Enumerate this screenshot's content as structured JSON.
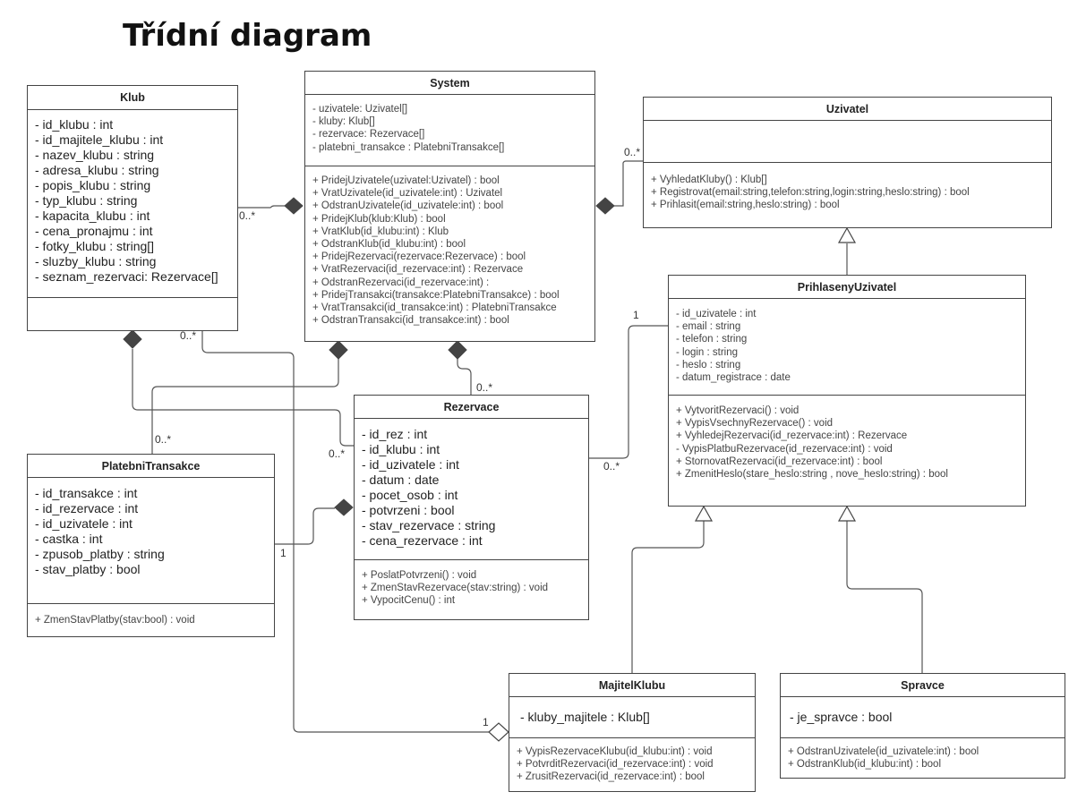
{
  "title": "Třídní diagram",
  "classes": {
    "klub": {
      "name": "Klub",
      "attributes": [
        "- id_klubu : int",
        "- id_majitele_klubu : int",
        "- nazev_klubu : string",
        "- adresa_klubu : string",
        "- popis_klubu : string",
        "- typ_klubu : string",
        "- kapacita_klubu : int",
        "- cena_pronajmu : int",
        "- fotky_klubu : string[]",
        "- sluzby_klubu : string",
        "- seznam_rezervaci: Rezervace[]"
      ],
      "methods": []
    },
    "system": {
      "name": "System",
      "attributes": [
        "- uzivatele: Uzivatel[]",
        "- kluby: Klub[]",
        "- rezervace: Rezervace[]",
        "- platebni_transakce : PlatebniTransakce[]"
      ],
      "methods": [
        "+ PridejUzivatele(uzivatel:Uzivatel) : bool",
        "+ VratUzivatele(id_uzivatele:int) : Uzivatel",
        "+ OdstranUzivatele(id_uzivatele:int) : bool",
        "+ PridejKlub(klub:Klub) : bool",
        "+ VratKlub(id_klubu:int) : Klub",
        "+ OdstranKlub(id_klubu:int) : bool",
        "+ PridejRezervaci(rezervace:Rezervace) : bool",
        "+ VratRezervaci(id_rezervace:int) : Rezervace",
        "+ OdstranRezervaci(id_rezervace:int) :",
        "+ PridejTransakci(transakce:PlatebniTransakce) : bool",
        "+ VratTransakci(id_transakce:int) : PlatebniTransakce",
        "+ OdstranTransakci(id_transakce:int) : bool"
      ]
    },
    "uzivatel": {
      "name": "Uzivatel",
      "attributes": [],
      "methods": [
        "+ VyhledatKluby() : Klub[]",
        "+ Registrovat(email:string,telefon:string,login:string,heslo:string) : bool",
        "+ Prihlasit(email:string,heslo:string) : bool"
      ]
    },
    "prihlaseny": {
      "name": "PrihlasenyUzivatel",
      "attributes": [
        "- id_uzivatele : int",
        "- email : string",
        "- telefon : string",
        "- login : string",
        "- heslo : string",
        "- datum_registrace : date"
      ],
      "methods": [
        "+ VytvoritRezervaci() : void",
        "+ VypisVsechnyRezervace() : void",
        "+ VyhledejRezervaci(id_rezervace:int) : Rezervace",
        "- VypisPlatbuRezervace(id_rezervace:int) : void",
        "+ StornovatRezervaci(id_rezervace:int) : bool",
        "+ ZmenitHeslo(stare_heslo:string , nove_heslo:string) : bool"
      ]
    },
    "rezervace": {
      "name": "Rezervace",
      "attributes": [
        "- id_rez : int",
        "- id_klubu : int",
        "- id_uzivatele : int",
        "- datum : date",
        "- pocet_osob : int",
        "- potvrzeni : bool",
        "- stav_rezervace : string",
        "- cena_rezervace : int"
      ],
      "methods": [
        "+ PoslatPotvrzeni() : void",
        "+ ZmenStavRezervace(stav:string) : void",
        "+ VypocitCenu() : int"
      ]
    },
    "platebni": {
      "name": "PlatebniTransakce",
      "attributes": [
        "- id_transakce : int",
        "- id_rezervace : int",
        "- id_uzivatele : int",
        "- castka : int",
        "- zpusob_platby : string",
        "- stav_platby : bool"
      ],
      "methods": [
        "+ ZmenStavPlatby(stav:bool) : void"
      ]
    },
    "majitel": {
      "name": "MajitelKlubu",
      "attributes": [
        "- kluby_majitele : Klub[]"
      ],
      "methods": [
        "+ VypisRezervaceKlubu(id_klubu:int) : void",
        "+ PotvrditRezervaci(id_rezervace:int) : void",
        "+ ZrusitRezervaci(id_rezervace:int) : bool"
      ]
    },
    "spravce": {
      "name": "Spravce",
      "attributes": [
        "- je_spravce : bool"
      ],
      "methods": [
        "+ OdstranUzivatele(id_uzivatele:int) : bool",
        "+ OdstranKlub(id_klubu:int) : bool"
      ]
    }
  },
  "multiplicities": {
    "klub_system": "0..*",
    "uzivatel_system": "0..*",
    "klub_rezervace_top": "0..*",
    "system_rezervace": "0..*",
    "rezervace_klub": "0..*",
    "platebni_system": "0..*",
    "rezervace_prihlaseny_left": "0..*",
    "prihlaseny_rezervace": "1",
    "platebni_rezervace": "1",
    "majitel_klub": "1"
  }
}
